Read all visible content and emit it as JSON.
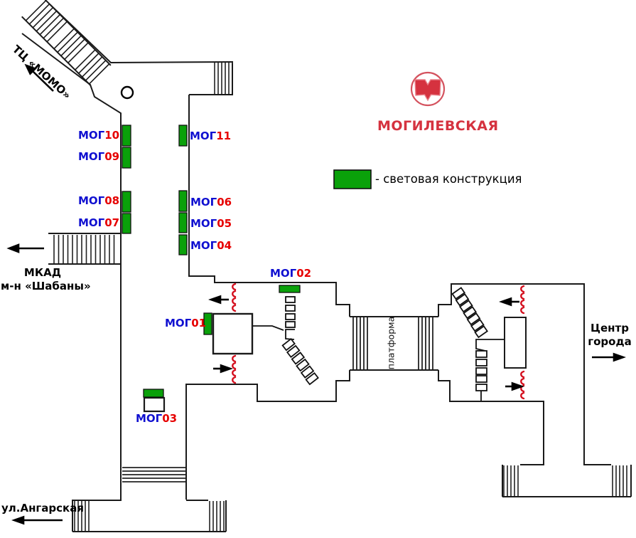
{
  "station": {
    "title": "МОГИЛЕВСКАЯ",
    "logo_icon": "minsk-metro-logo"
  },
  "legend": {
    "label": "- световая конструкция",
    "marker_color": "#0aa10a"
  },
  "signs": {
    "items": [
      {
        "prefix": "МОГ",
        "num": "01"
      },
      {
        "prefix": "МОГ",
        "num": "02"
      },
      {
        "prefix": "МОГ",
        "num": "03"
      },
      {
        "prefix": "МОГ",
        "num": "04"
      },
      {
        "prefix": "МОГ",
        "num": "05"
      },
      {
        "prefix": "МОГ",
        "num": "06"
      },
      {
        "prefix": "МОГ",
        "num": "07"
      },
      {
        "prefix": "МОГ",
        "num": "08"
      },
      {
        "prefix": "МОГ",
        "num": "09"
      },
      {
        "prefix": "МОГ",
        "num": "10"
      },
      {
        "prefix": "МОГ",
        "num": "11"
      }
    ]
  },
  "directions": {
    "momo": "ТЦ «МОМО»",
    "mkad_line1": "МКАД",
    "mkad_line2": "м-н «Шабаны»",
    "angarskaya": "ул.Ангарская",
    "center_line1": "Центр",
    "center_line2": "города",
    "platform": "платформа"
  },
  "colors": {
    "light_construction_green": "#0aa10a",
    "sign_prefix_blue": "#1010d0",
    "sign_number_red": "#e60000",
    "brand_red": "#d5323f",
    "gate_dash_red": "#d40f1e",
    "wall_black": "#1a1a1a"
  }
}
